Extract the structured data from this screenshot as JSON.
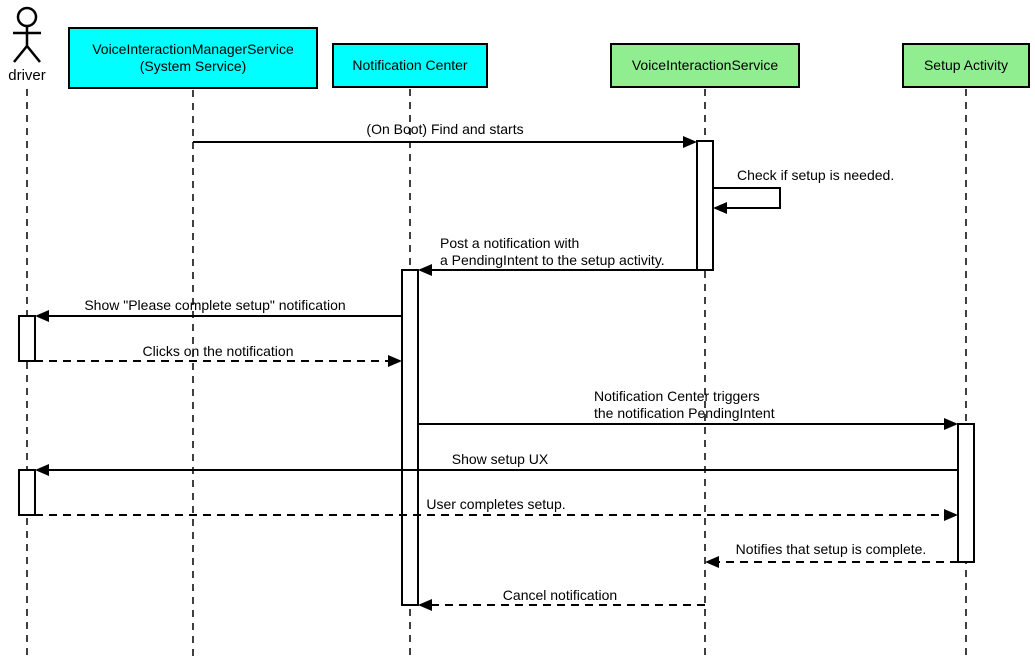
{
  "colors": {
    "participant_cyan": "#00ffff",
    "participant_green": "#90ee90",
    "stroke": "#000000",
    "background": "#ffffff"
  },
  "actor": {
    "label": "driver"
  },
  "participants": [
    {
      "id": "voice-interaction-manager-service",
      "label": "VoiceInteractionManagerService\n(System Service)",
      "color": "#00ffff"
    },
    {
      "id": "notification-center",
      "label": "Notification Center",
      "color": "#00ffff"
    },
    {
      "id": "voice-interaction-service",
      "label": "VoiceInteractionService",
      "color": "#90ee90"
    },
    {
      "id": "setup-activity",
      "label": "Setup Activity",
      "color": "#90ee90"
    }
  ],
  "messages": [
    {
      "n": 1,
      "text": "(On Boot) Find and starts",
      "from": "VoiceInteractionManagerService (System Service)",
      "to": "VoiceInteractionService",
      "line": "solid"
    },
    {
      "n": 2,
      "text": "Check if setup is needed.",
      "from": "VoiceInteractionService",
      "to": "VoiceInteractionService",
      "line": "solid",
      "self_message": true
    },
    {
      "n": 3,
      "text": "Post a notification with\na PendingIntent to the setup activity.",
      "from": "VoiceInteractionService",
      "to": "Notification Center",
      "line": "solid"
    },
    {
      "n": 4,
      "text": "Show \"Please complete setup\" notification",
      "from": "Notification Center",
      "to": "driver",
      "line": "solid"
    },
    {
      "n": 5,
      "text": "Clicks on the notification",
      "from": "driver",
      "to": "Notification Center",
      "line": "dashed"
    },
    {
      "n": 6,
      "text": "Notification Center triggers\nthe notification PendingIntent",
      "from": "Notification Center",
      "to": "Setup Activity",
      "line": "solid"
    },
    {
      "n": 7,
      "text": "Show setup UX",
      "from": "Setup Activity",
      "to": "driver",
      "line": "solid"
    },
    {
      "n": 8,
      "text": "User completes setup.",
      "from": "driver",
      "to": "Setup Activity",
      "line": "dashed"
    },
    {
      "n": 9,
      "text": "Notifies that setup is complete.",
      "from": "Setup Activity",
      "to": "VoiceInteractionService",
      "line": "dashed"
    },
    {
      "n": 10,
      "text": "Cancel notification",
      "from": "VoiceInteractionService",
      "to": "Notification Center",
      "line": "dashed"
    }
  ]
}
